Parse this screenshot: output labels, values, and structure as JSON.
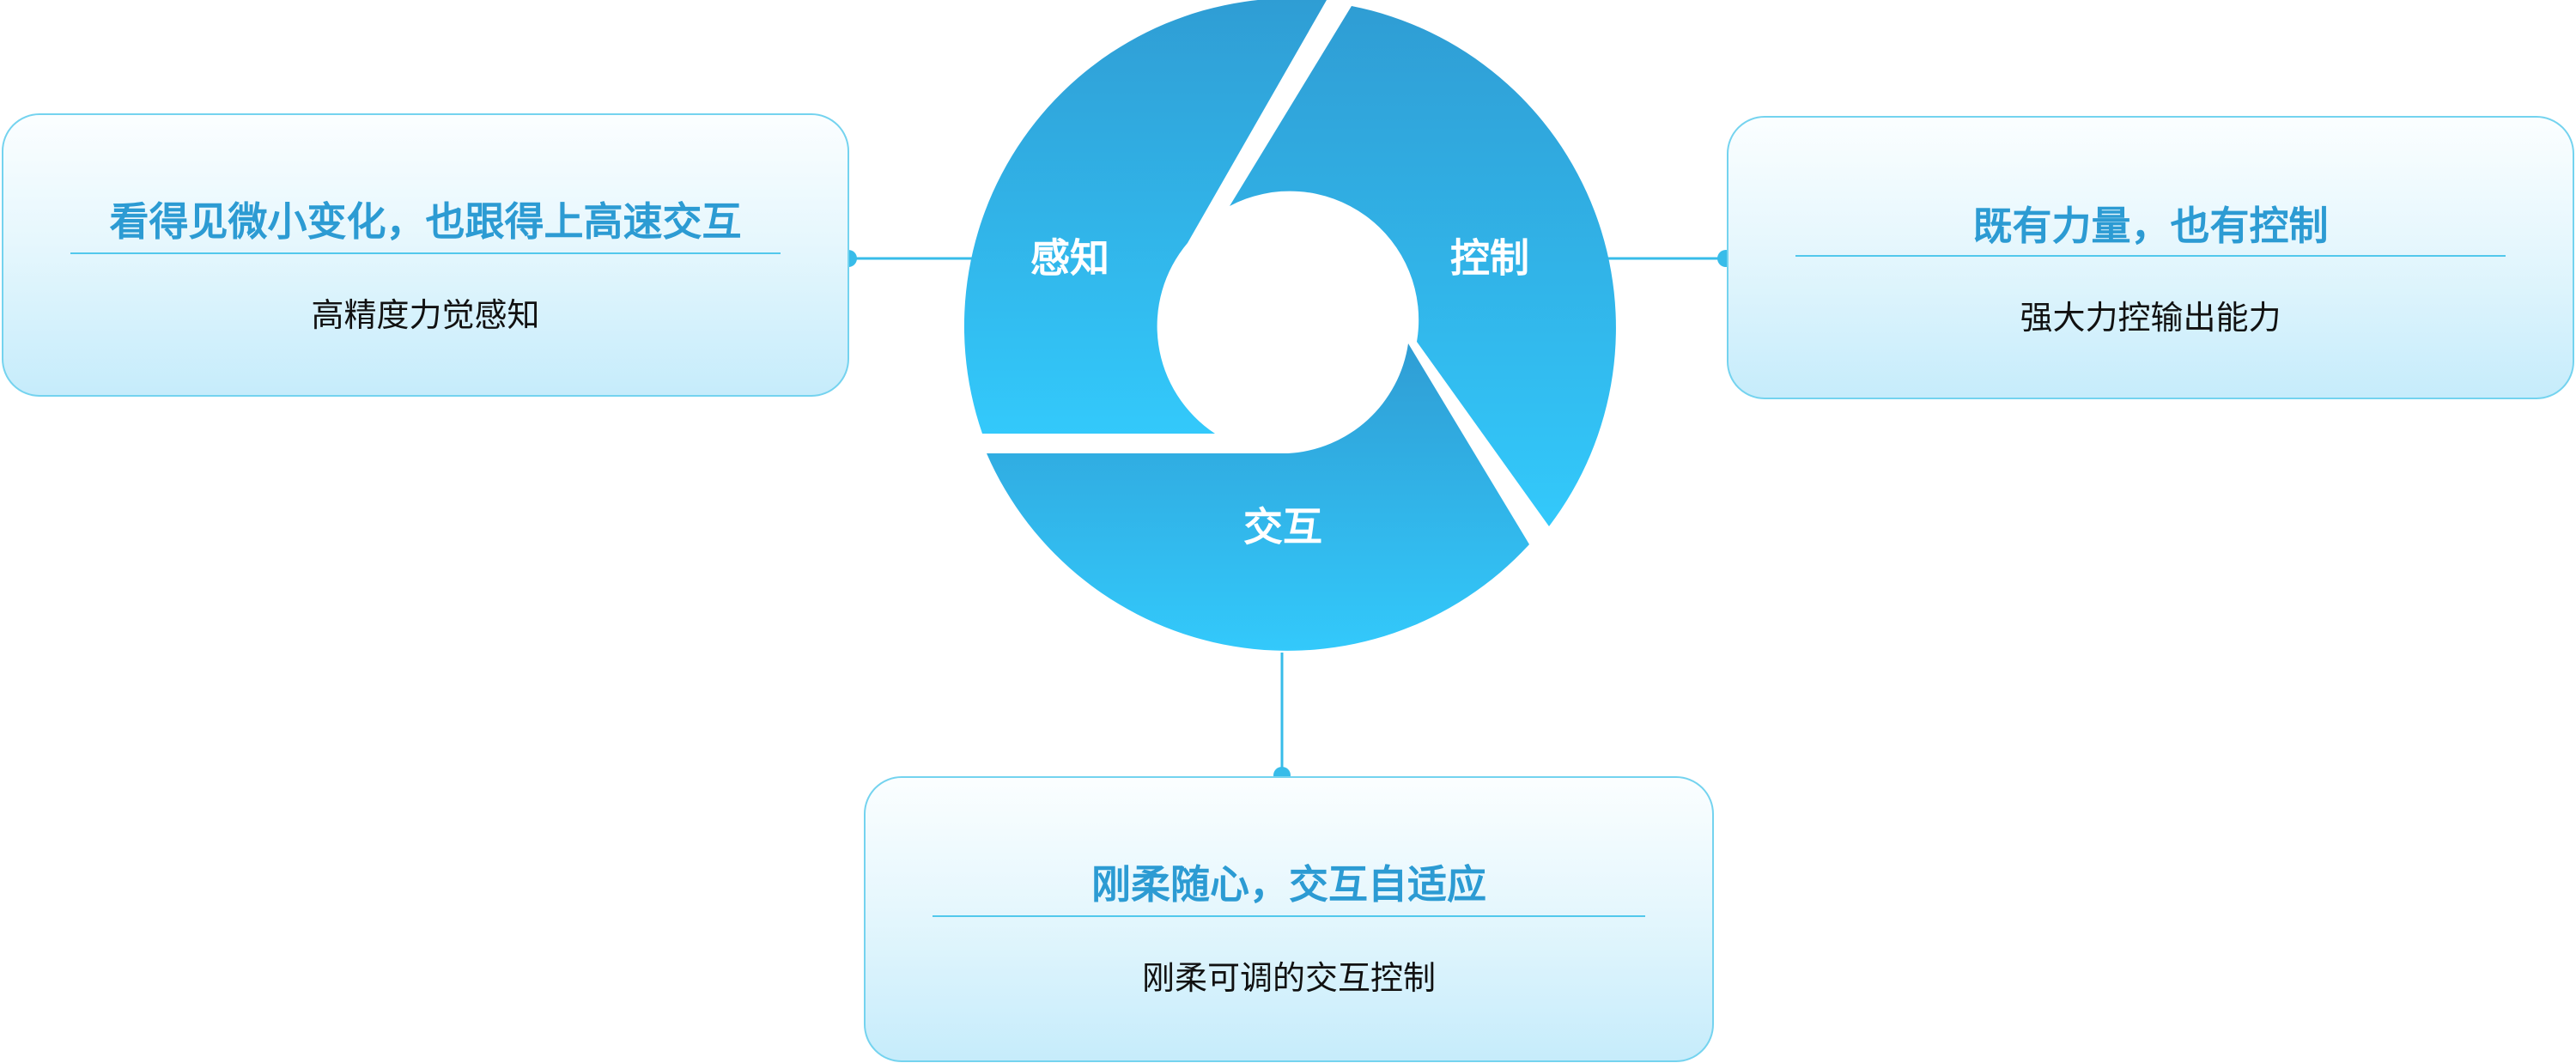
{
  "colors": {
    "ring_dark": "#2f9dd4",
    "ring_light": "#33c9fb",
    "connector": "#38bce9",
    "title": "#2c9bd3",
    "card_border": "#74d3ef"
  },
  "ring": {
    "segments": [
      {
        "key": "perception",
        "label": "感知"
      },
      {
        "key": "control",
        "label": "控制"
      },
      {
        "key": "interaction",
        "label": "交互"
      }
    ]
  },
  "cards": {
    "perception": {
      "title": "看得见微小变化，也跟得上高速交互",
      "description": "高精度力觉感知"
    },
    "control": {
      "title": "既有力量，也有控制",
      "description": "强大力控输出能力"
    },
    "interaction": {
      "title": "刚柔随心，交互自适应",
      "description": "刚柔可调的交互控制"
    }
  }
}
